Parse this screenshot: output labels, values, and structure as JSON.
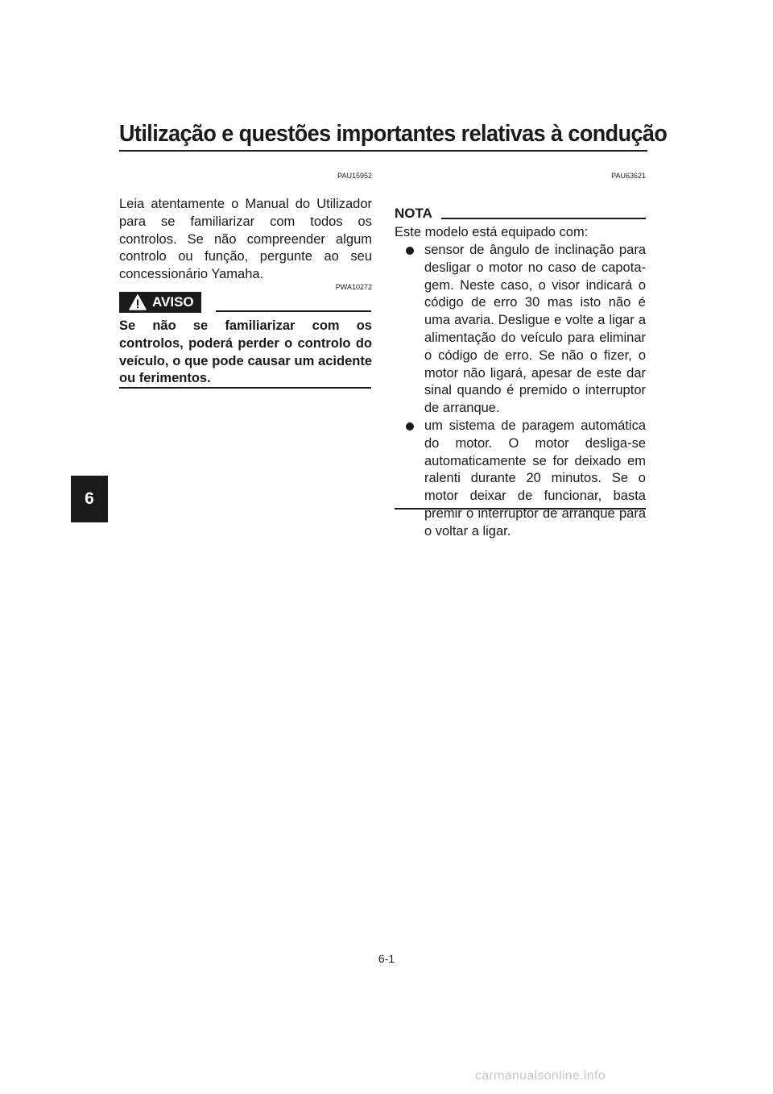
{
  "header": {
    "title": "Utilização e questões importantes relativas à condução"
  },
  "section_tab": "6",
  "left_column": {
    "code": "PAU15952",
    "intro": "Leia atentamente o Manual do Utilizador para se familiarizar com todos os controlos. Se não compreender algum controlo ou função, pergunte ao seu concessionário Yamaha.",
    "warning": {
      "code": "PWA10272",
      "label": "AVISO",
      "text": "Se não se familiarizar com os controlos, poderá perder o controlo do veículo, o que pode causar um acidente ou feri­mentos."
    }
  },
  "right_column": {
    "code": "PAU63621",
    "note": {
      "label": "NOTA",
      "intro": "Este modelo está equipado com:",
      "items": [
        "sensor de ângulo de inclinação para desligar o motor no caso de capota­gem. Neste caso, o visor indicará o có­digo de erro 30 mas isto não é uma avaria. Desligue e volte a ligar a ali­mentação do veículo para eliminar o código de erro. Se não o fizer, o motor não ligará, apesar de este dar sinal quando é premido o interruptor de ar­ranque.",
        "um sistema de paragem automática do motor. O motor desliga-se automa­ticamente se for deixado em ralenti du­rante 20 minutos. Se o motor deixar de funcionar, basta premir o interruptor de arranque para o voltar a ligar."
      ]
    }
  },
  "footer": {
    "page_number": "6-1",
    "watermark": "carmanualsonline.info"
  },
  "colors": {
    "ink": "#1a1a1a",
    "paper": "#ffffff",
    "watermark": "#c8c8c8"
  }
}
